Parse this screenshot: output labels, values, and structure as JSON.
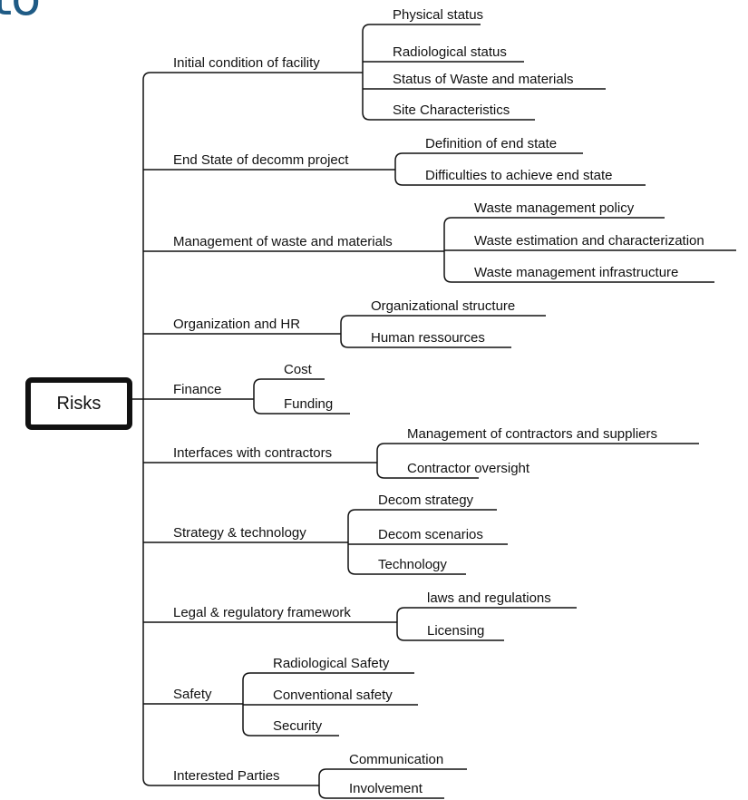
{
  "cropped_text": "to",
  "root": "Risks",
  "branches": [
    {
      "label": "Initial condition of facility",
      "children": [
        "Physical status",
        "Radiological status",
        "Status of Waste and materials",
        "Site Characteristics"
      ]
    },
    {
      "label": "End State of decomm project",
      "children": [
        "Definition of end state",
        "Difficulties to achieve end state"
      ]
    },
    {
      "label": "Management of waste and materials",
      "children": [
        "Waste management policy",
        "Waste estimation and characterization",
        "Waste management infrastructure"
      ]
    },
    {
      "label": "Organization and HR",
      "children": [
        "Organizational structure",
        "Human ressources"
      ]
    },
    {
      "label": "Finance",
      "children": [
        "Cost",
        "Funding"
      ]
    },
    {
      "label": "Interfaces with contractors",
      "children": [
        "Management of contractors and suppliers",
        "Contractor oversight"
      ]
    },
    {
      "label": "Strategy & technology",
      "children": [
        "Decom strategy",
        "Decom scenarios",
        "Technology"
      ]
    },
    {
      "label": "Legal & regulatory framework",
      "children": [
        "laws and regulations",
        "Licensing"
      ]
    },
    {
      "label": "Safety",
      "children": [
        "Radiological Safety",
        "Conventional safety",
        "Security"
      ]
    },
    {
      "label": "Interested Parties",
      "children": [
        "Communication",
        "Involvement"
      ]
    }
  ],
  "colors": {
    "line": "#111111",
    "cropped_text": "#1f5b85"
  }
}
